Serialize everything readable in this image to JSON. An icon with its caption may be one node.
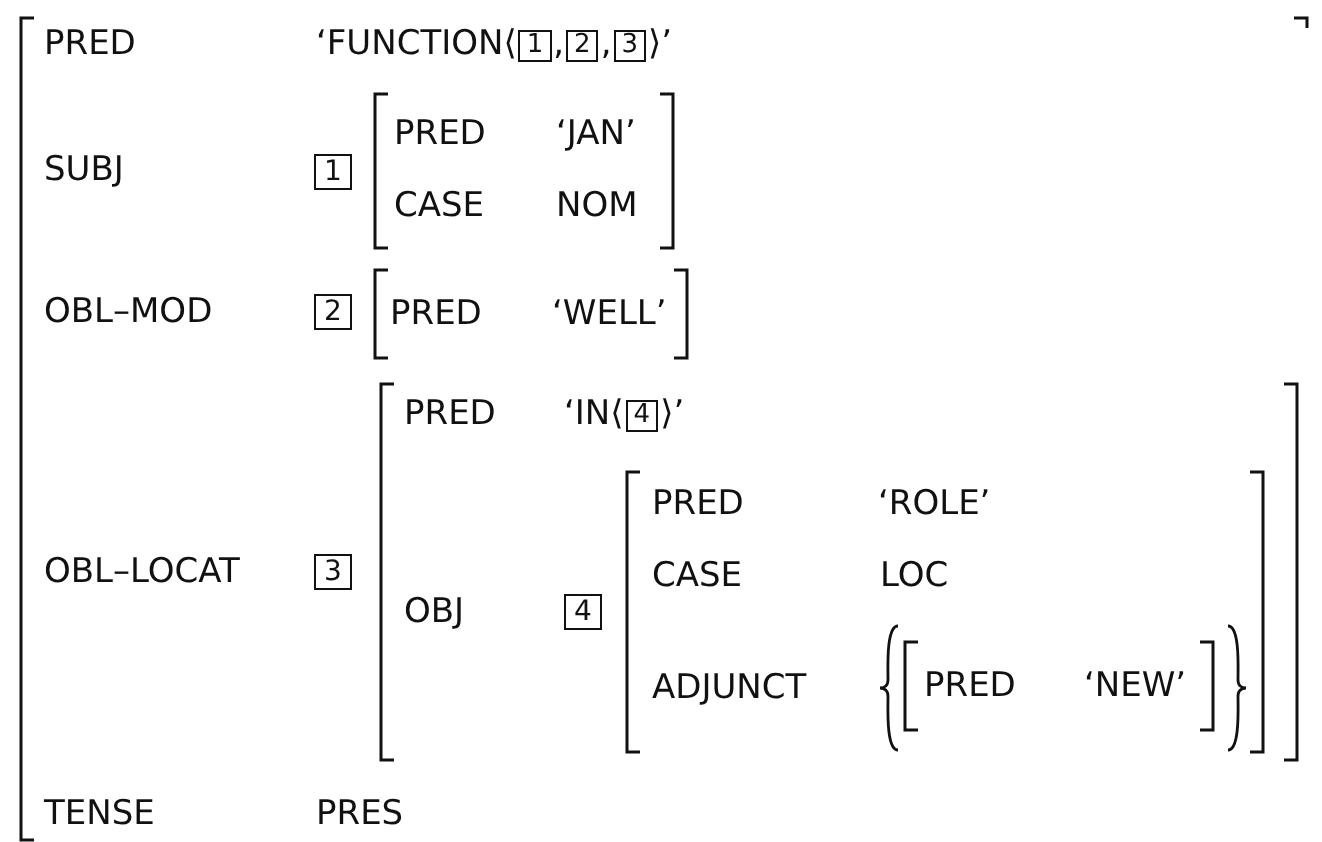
{
  "diagram": {
    "nodes": [
      {
        "text": [
          "PRED",
          "‘FUNCTION⟨1,2,3⟩’",
          "SUBJ",
          "OBL–MOD",
          "OBL–LOCAT",
          "TENSE",
          "PRES"
        ]
      },
      {
        "text": [
          "1"
        ],
        "in": 0
      },
      {
        "text": [
          "PRED",
          "‘JAN’",
          "CASE",
          "NOM"
        ],
        "in": 0
      },
      {
        "text": [
          "2"
        ],
        "in": 0
      },
      {
        "text": [
          "PRED",
          "‘WELL’"
        ],
        "in": 0
      },
      {
        "text": [
          "3"
        ],
        "in": 0
      },
      {
        "text": [
          "PRED",
          "‘IN⟨4⟩’",
          "OBJ"
        ],
        "in": 0
      },
      {
        "text": [
          "4"
        ],
        "in": 6
      },
      {
        "text": [
          "PRED",
          "‘ROLE’",
          "CASE",
          "LOC",
          "ADJUNCT"
        ],
        "in": 6
      },
      {
        "text": [],
        "shape": "braces",
        "in": 8
      },
      {
        "text": [
          "PRED",
          "‘NEW’"
        ],
        "in": 9
      }
    ]
  }
}
